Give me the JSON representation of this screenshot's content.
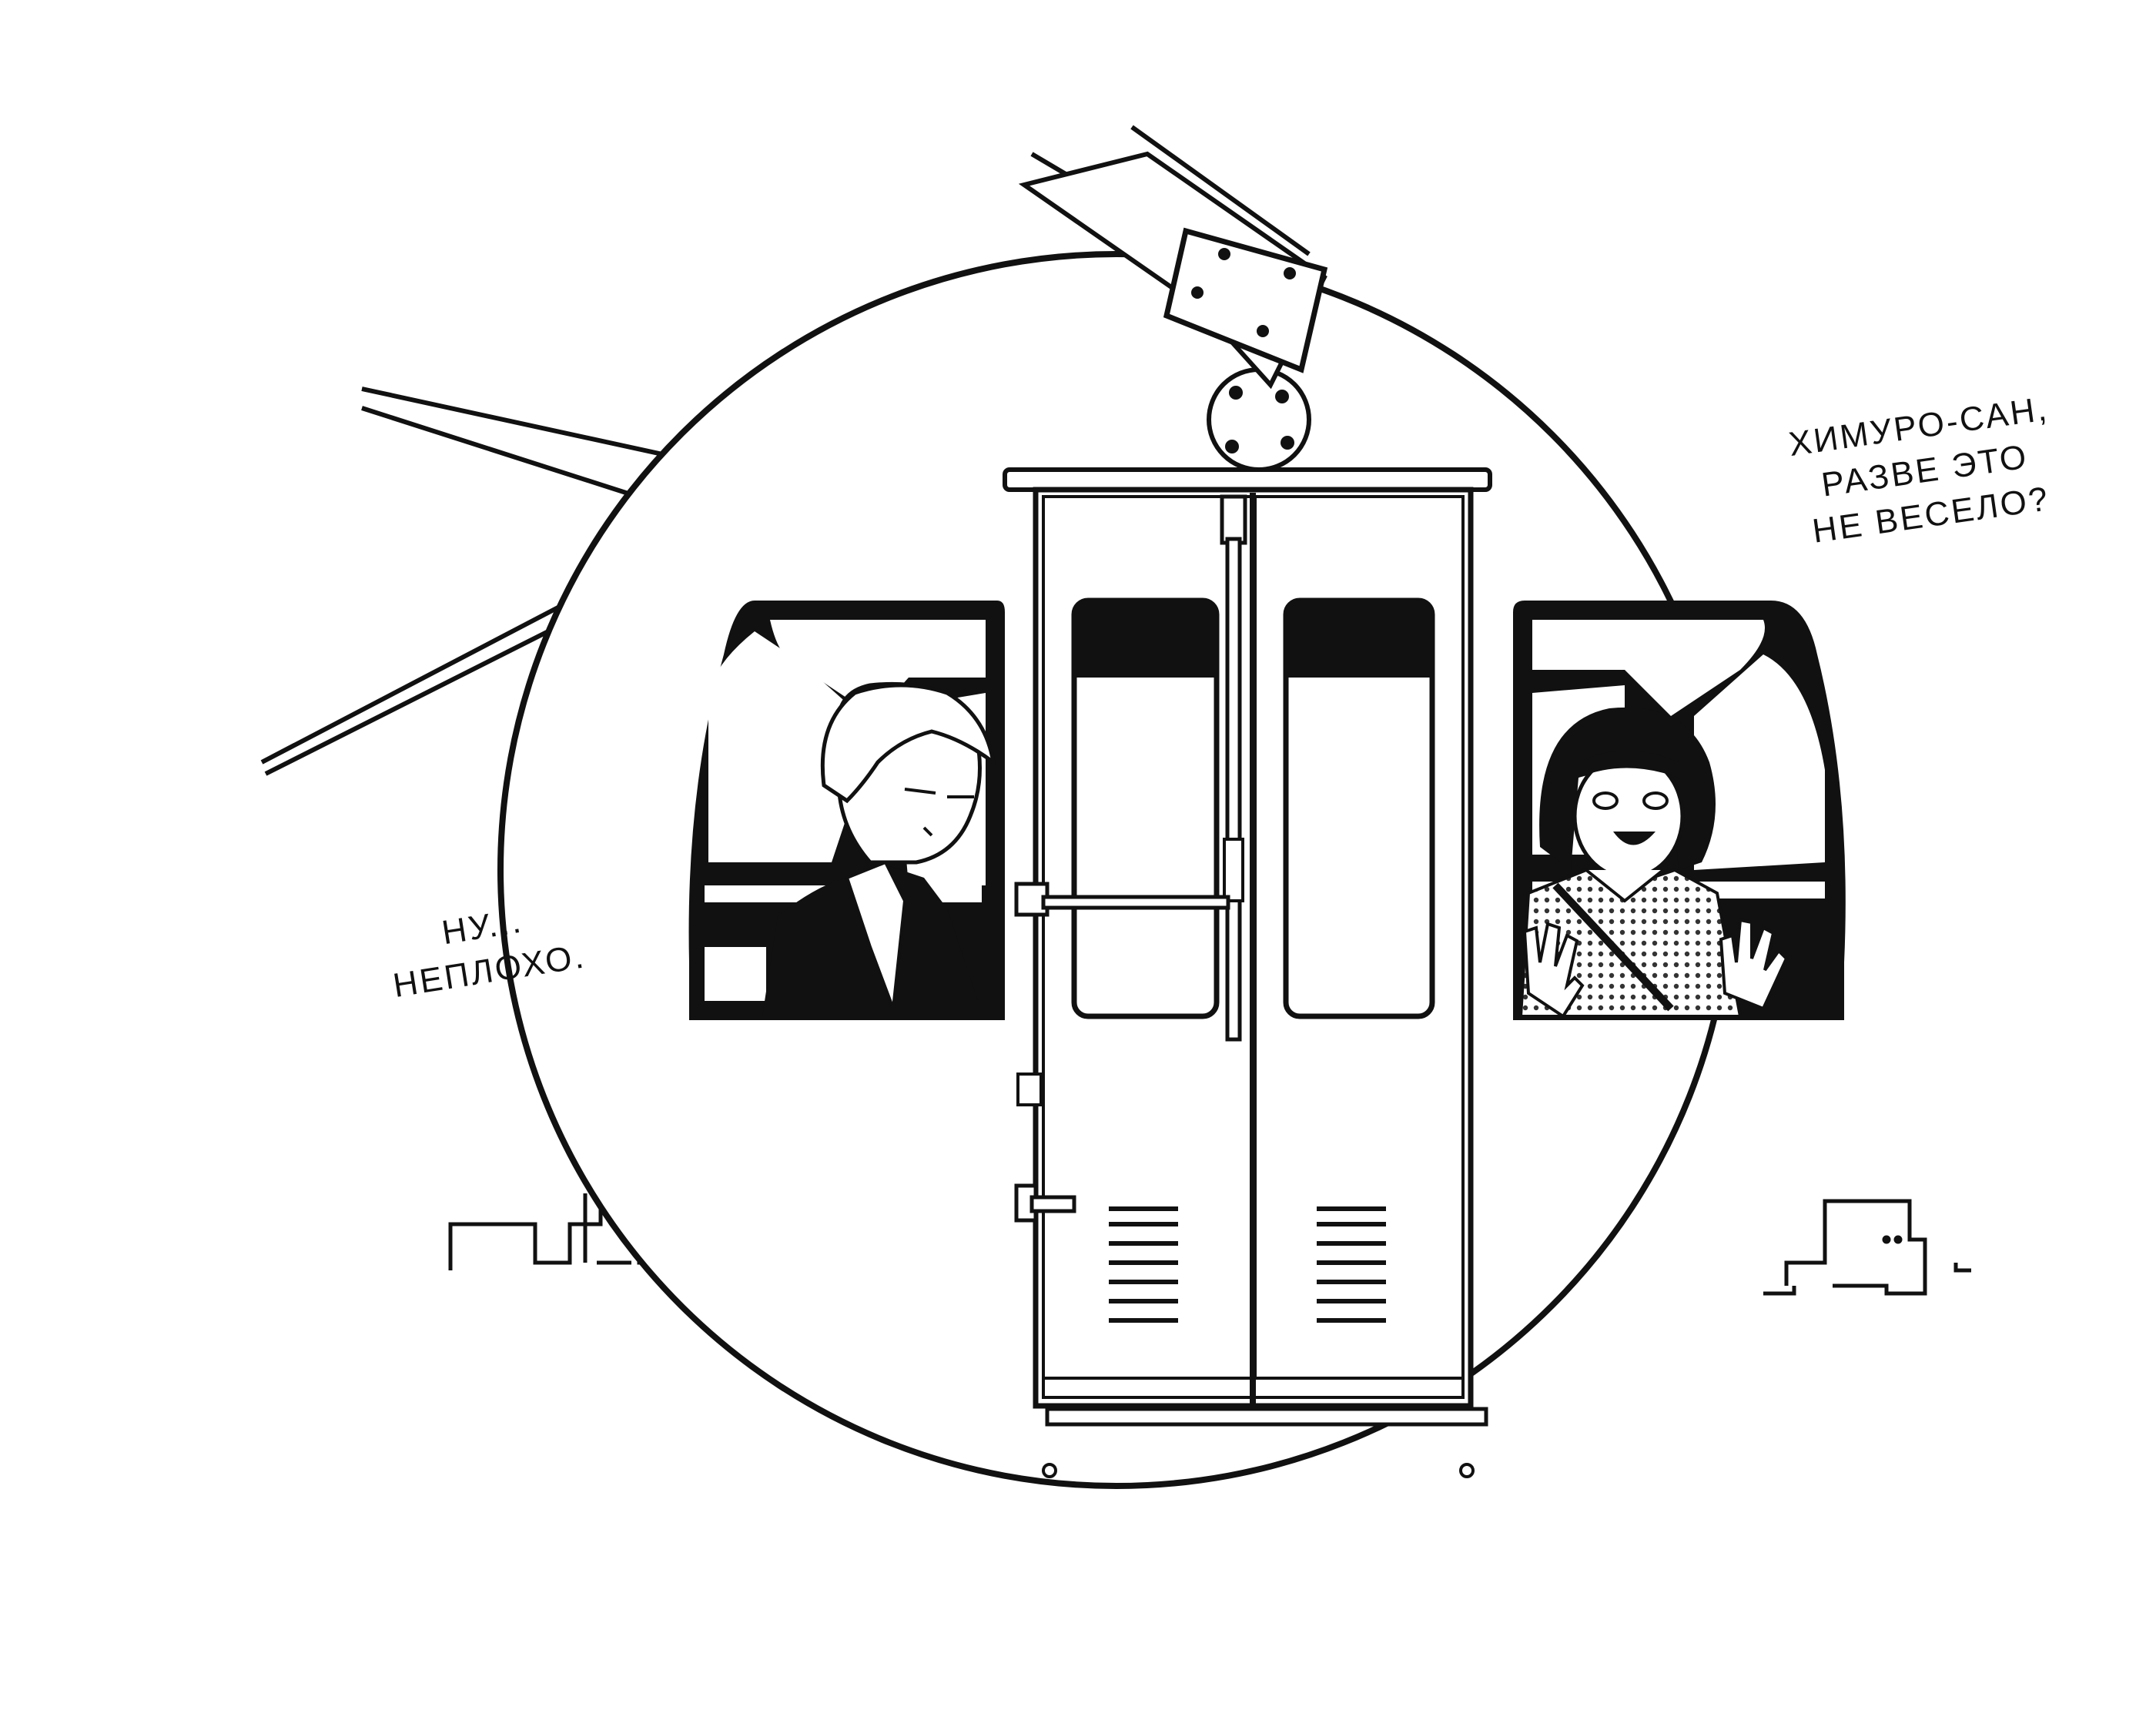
{
  "captions": {
    "left": {
      "line1": "НУ...",
      "line2": "НЕПЛОХО."
    },
    "right": {
      "line1": "ХИМУРО-САН,",
      "line2": "РАЗВЕ ЭТО",
      "line3": "НЕ ВЕСЕЛО?"
    }
  },
  "colors": {
    "ink": "#111111",
    "paper": "#ffffff",
    "screentone": "#555555"
  }
}
